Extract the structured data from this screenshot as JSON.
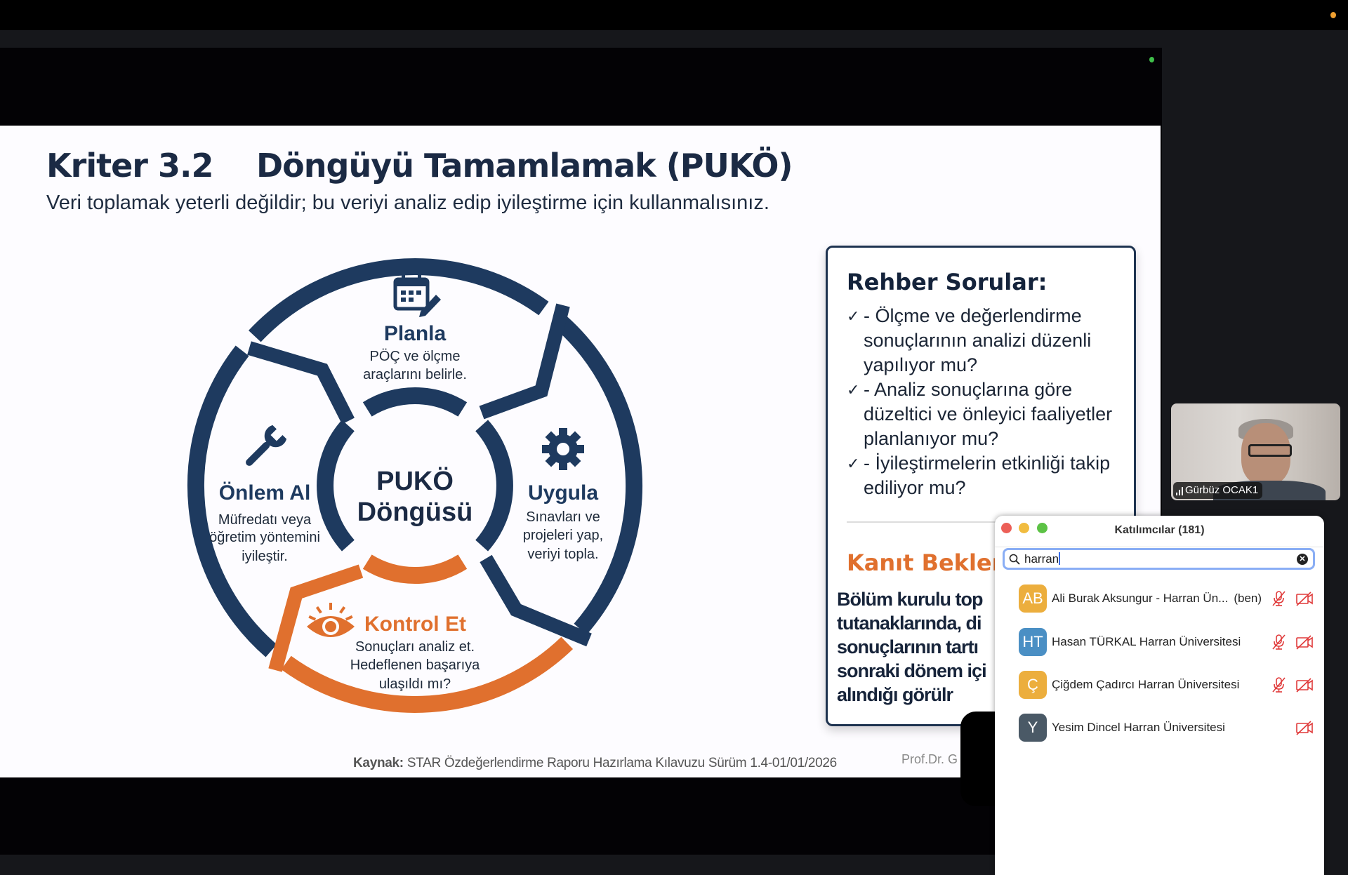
{
  "colors": {
    "navy": "#1e3a5f",
    "orange": "#e0702e",
    "search_border": "#8aaef5"
  },
  "slide": {
    "title_left": "Kriter 3.2",
    "title_right": "Döngüyü Tamamlamak (PUKÖ)",
    "subtitle": "Veri toplamak yeterli değildir; bu veriyi analiz edip iyileştirme için kullanmalısınız.",
    "cycle": {
      "center_line1": "PUKÖ",
      "center_line2": "Döngüsü",
      "plan": {
        "icon": "calendar-edit-icon",
        "title": "Planla",
        "lines": [
          "PÖÇ ve ölçme",
          "araçlarını belirle."
        ]
      },
      "do": {
        "icon": "gear-icon",
        "title": "Uygula",
        "lines": [
          "Sınavları ve",
          "projeleri yap,",
          "veriyi topla."
        ]
      },
      "check": {
        "icon": "eye-icon",
        "title": "Kontrol Et",
        "lines": [
          "Sonuçları analiz et.",
          "Hedeflenen başarıya",
          "ulaşıldı mı?"
        ]
      },
      "act": {
        "icon": "wrench-icon",
        "title": "Önlem Al",
        "lines": [
          "Müfredatı veya",
          "öğretim yöntemini",
          "iyileştir."
        ]
      }
    },
    "guide": {
      "title": "Rehber Sorular:",
      "check_mark": "✓",
      "items": [
        [
          "- Ölçme ve değerlendirme",
          "sonuçlarının analizi düzenli",
          "yapılıyor mu?"
        ],
        [
          "- Analiz sonuçlarına göre",
          "düzeltici ve önleyici faaliyetler",
          "planlanıyor mu?"
        ],
        [
          "- İyileştirmelerin etkinliği takip",
          "ediliyor mu?"
        ]
      ],
      "evidence_title": "Kanıt Bekler",
      "evidence_lines": [
        "Bölüm kurulu top",
        "tutanaklarında, di",
        "sonuçlarının tartı",
        "sonraki dönem içi",
        "alındığı görülr"
      ]
    },
    "footer_source_label": "Kaynak:",
    "footer_source": "STAR Özdeğerlendirme Raporu Hazırlama Kılavuzu Sürüm 1.4-01/01/2026",
    "footer_author": "Prof.Dr. G"
  },
  "video": {
    "name": "Gürbüz OCAK1"
  },
  "participants": {
    "title": "Katılımcılar (181)",
    "search_value": "harran",
    "list": [
      {
        "initials": "AB",
        "name": "Ali Burak Aksungur - Harran Ün...",
        "suffix": "(ben)",
        "color": "#ecae3d",
        "mic_muted": true,
        "video_off": true
      },
      {
        "initials": "HT",
        "name": "Hasan TÜRKAL Harran Üniversitesi",
        "suffix": "",
        "color": "#4a8fc4",
        "mic_muted": true,
        "video_off": true
      },
      {
        "initials": "Ç",
        "name": "Çiğdem Çadırcı Harran Üniversitesi",
        "suffix": "",
        "color": "#ecae3d",
        "mic_muted": true,
        "video_off": true
      },
      {
        "initials": "Y",
        "name": "Yesim Dincel Harran Üniversitesi",
        "suffix": "",
        "color": "#4a5966",
        "mic_muted": false,
        "video_off": true
      }
    ]
  }
}
